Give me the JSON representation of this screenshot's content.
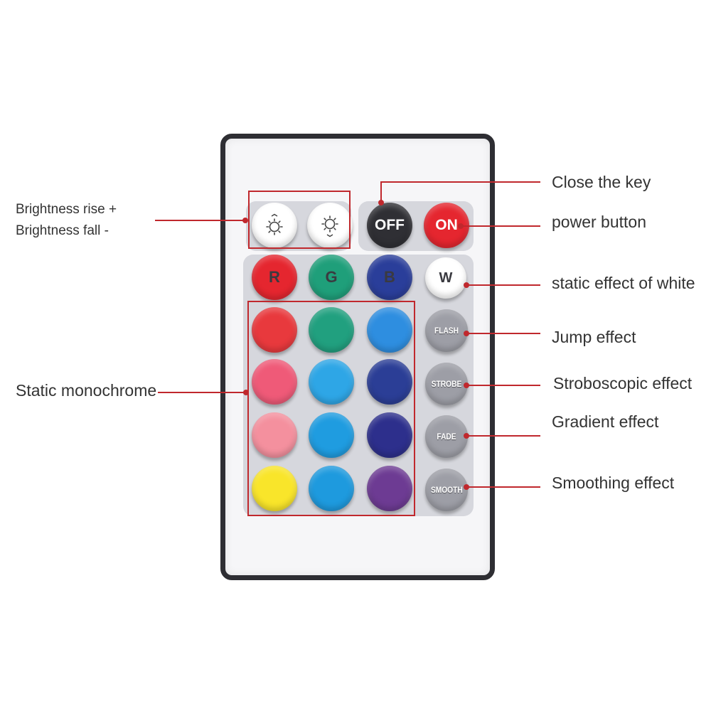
{
  "labels": {
    "brightness_rise": "Brightness rise +",
    "brightness_fall": "Brightness fall  -",
    "static_mono": "Static monochrome",
    "close_key": "Close the key",
    "power_button": "power button",
    "static_white": "static effect of white",
    "jump": "Jump effect",
    "strobo": "Stroboscopic effect",
    "gradient": "Gradient effect",
    "smoothing": "Smoothing effect"
  },
  "buttons": {
    "off": "OFF",
    "on": "ON",
    "r": "R",
    "g": "G",
    "b": "B",
    "w": "W",
    "flash": "FLASH",
    "strobe": "STROBE",
    "fade": "FADE",
    "smooth": "SMOOTH"
  },
  "colors": {
    "accent_line": "#c0282d",
    "off": "#2f2f34",
    "on": "#e5262f",
    "red": "#e5262f",
    "green": "#1f9f7a",
    "blue": "#2a3e9a",
    "white": "#ffffff",
    "grid": [
      "#e8393d",
      "#21a07f",
      "#2e8ee0",
      "#ef5a78",
      "#2ea6e6",
      "#2b3e96",
      "#f4909e",
      "#1f9ce0",
      "#2d2f8c",
      "#f9e52a",
      "#1e9ade",
      "#6d3b93"
    ]
  }
}
